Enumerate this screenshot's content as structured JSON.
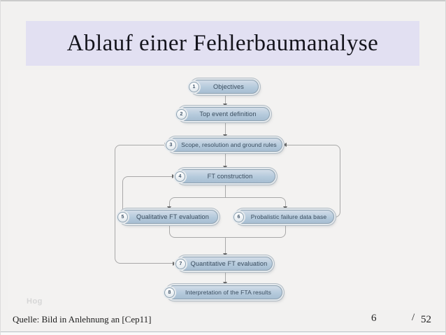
{
  "slide": {
    "title": "Ablauf einer Fehlerbaumanalyse",
    "watermark": "Hog",
    "footer": {
      "source": "Quelle: Bild in Anlehnung an [Cep11]",
      "page_current": "6",
      "page_separator": "/",
      "page_total": "52"
    }
  },
  "diagram": {
    "type": "flowchart",
    "nodes": [
      {
        "num": "1",
        "label": "Objectives"
      },
      {
        "num": "2",
        "label": "Top event definition"
      },
      {
        "num": "3",
        "label": "Scope, resolution and ground rules"
      },
      {
        "num": "4",
        "label": "FT construction"
      },
      {
        "num": "5",
        "label": "Qualitative FT evaluation"
      },
      {
        "num": "6",
        "label": "Probalistic failure data base"
      },
      {
        "num": "7",
        "label": "Quantitative FT evaluation"
      },
      {
        "num": "8",
        "label": "Interpretation of the FTA results"
      }
    ],
    "edges": [
      {
        "from": "1",
        "to": "2",
        "type": "flow"
      },
      {
        "from": "2",
        "to": "3",
        "type": "flow"
      },
      {
        "from": "3",
        "to": "4",
        "type": "flow"
      },
      {
        "from": "4",
        "to": "5",
        "type": "flow"
      },
      {
        "from": "4",
        "to": "6",
        "type": "flow"
      },
      {
        "from": "5",
        "to": "7",
        "type": "flow"
      },
      {
        "from": "6",
        "to": "7",
        "type": "flow"
      },
      {
        "from": "7",
        "to": "8",
        "type": "flow"
      },
      {
        "from": "5",
        "to": "4",
        "type": "feedback"
      },
      {
        "from": "6",
        "to": "3",
        "type": "feedback"
      },
      {
        "from": "7",
        "to": "3",
        "type": "feedback"
      }
    ]
  },
  "colors": {
    "title_bg": "#e2e0f2",
    "slide_bg": "#f2f1f0",
    "node_fill_top": "#d2dde8",
    "node_fill_bottom": "#a7bed2",
    "node_border": "#8ea2b2",
    "connector": "#a8a8a8",
    "arrow": "#6b6b6b",
    "title_text": "#14141c",
    "node_text": "#3a4c5e"
  }
}
